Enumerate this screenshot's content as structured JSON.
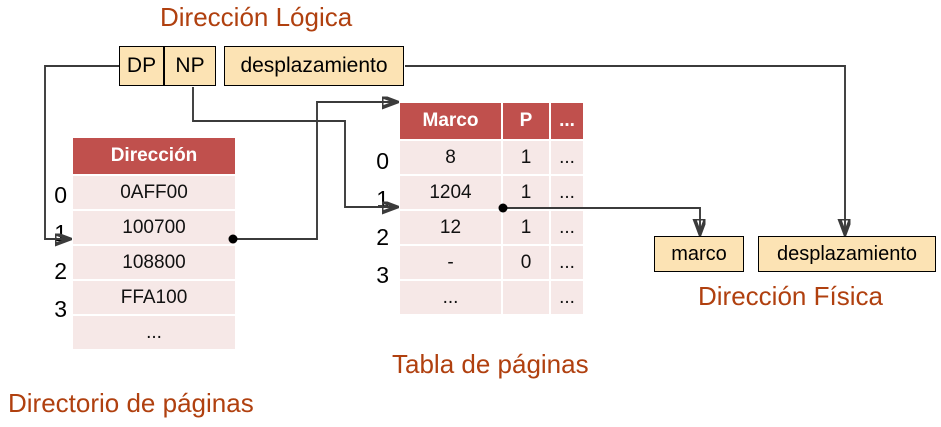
{
  "titles": {
    "logical_address": "Dirección Lógica",
    "physical_address": "Dirección Física",
    "page_table": "Tabla de páginas",
    "page_directory": "Directorio de páginas"
  },
  "logical_address_fields": {
    "dp": "DP",
    "np": "NP",
    "offset": "desplazamiento"
  },
  "physical_address_fields": {
    "frame": "marco",
    "offset": "desplazamiento"
  },
  "page_directory": {
    "header": "Dirección",
    "row_indices": [
      "0",
      "1",
      "2",
      "3"
    ],
    "rows": [
      "0AFF00",
      "100700",
      "108800",
      "FFA100",
      "..."
    ],
    "highlighted_row_index": "1"
  },
  "page_table": {
    "headers": [
      "Marco",
      "P",
      "..."
    ],
    "row_indices": [
      "0",
      "1",
      "2",
      "3"
    ],
    "rows": [
      [
        "8",
        "1",
        "..."
      ],
      [
        "1204",
        "1",
        "..."
      ],
      [
        "12",
        "1",
        "..."
      ],
      [
        "-",
        "0",
        "..."
      ],
      [
        "...",
        "",
        "..."
      ]
    ],
    "highlighted_row_index": "1"
  },
  "colors": {
    "title_text": "#B0400F",
    "table_header_bg": "#C0504D",
    "table_cell_bg": "#F6E8E7",
    "box_fill": "#FCE3B4",
    "wire": "#3b3b3b"
  }
}
